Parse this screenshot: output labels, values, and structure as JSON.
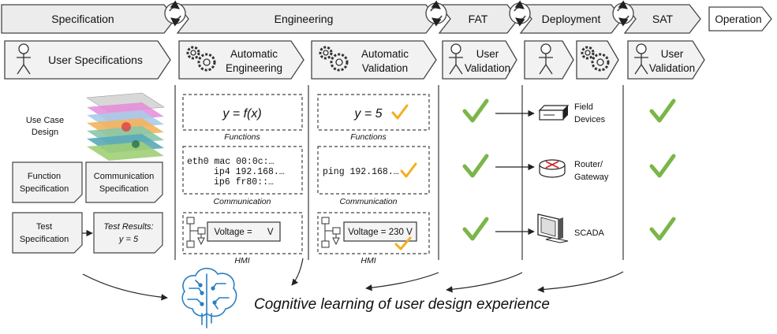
{
  "phases": [
    {
      "key": "spec",
      "label": "Specification"
    },
    {
      "key": "eng",
      "label": "Engineering"
    },
    {
      "key": "fat",
      "label": "FAT"
    },
    {
      "key": "dep",
      "label": "Deployment"
    },
    {
      "key": "sat",
      "label": "SAT"
    },
    {
      "key": "op",
      "label": "Operation"
    }
  ],
  "actors": {
    "user_spec": "User Specifications",
    "auto_eng_1": "Automatic",
    "auto_eng_2": "Engineering",
    "auto_val_1": "Automatic",
    "auto_val_2": "Validation",
    "fat_val_1": "User",
    "fat_val_2": "Validation",
    "sat_val_1": "User",
    "sat_val_2": "Validation"
  },
  "spec": {
    "use_case_1": "Use Case",
    "use_case_2": "Design",
    "function_spec_1": "Function",
    "function_spec_2": "Specification",
    "comm_spec_1": "Communication",
    "comm_spec_2": "Specification",
    "test_spec_1": "Test",
    "test_spec_2": "Specification",
    "test_results_1": "Test Results:",
    "test_results_2": "y = 5"
  },
  "engineering": {
    "function_expr": "y = f(x)",
    "functions_caption": "Functions",
    "comm_line_1": "eth0 mac 00:0c:…",
    "comm_line_2": "ip4 192.168.…",
    "comm_line_3": "ip6 fr80::…",
    "communication_caption": "Communication",
    "hmi_field": "Voltage =      V",
    "hmi_caption": "HMI"
  },
  "validation": {
    "function_expr": "y = 5",
    "functions_caption": "Functions",
    "comm_line": "ping 192.168.…",
    "communication_caption": "Communication",
    "hmi_field": "Voltage = 230 V",
    "hmi_caption": "HMI"
  },
  "deployment": {
    "field_devices_1": "Field",
    "field_devices_2": "Devices",
    "router_1": "Router/",
    "router_2": "Gateway",
    "scada": "SCADA"
  },
  "footer": {
    "cognitive_text": "Cognitive learning of user design experience"
  },
  "colors": {
    "check": "#7ab648",
    "check_orange": "#f2b01e",
    "box_fill": "#f0f0f0",
    "stroke": "#444444"
  },
  "icons": [
    "actor-icon",
    "gears-icon",
    "cycle-icon",
    "server-icon",
    "router-icon",
    "monitor-icon",
    "brain-icon",
    "checkmark-icon"
  ]
}
